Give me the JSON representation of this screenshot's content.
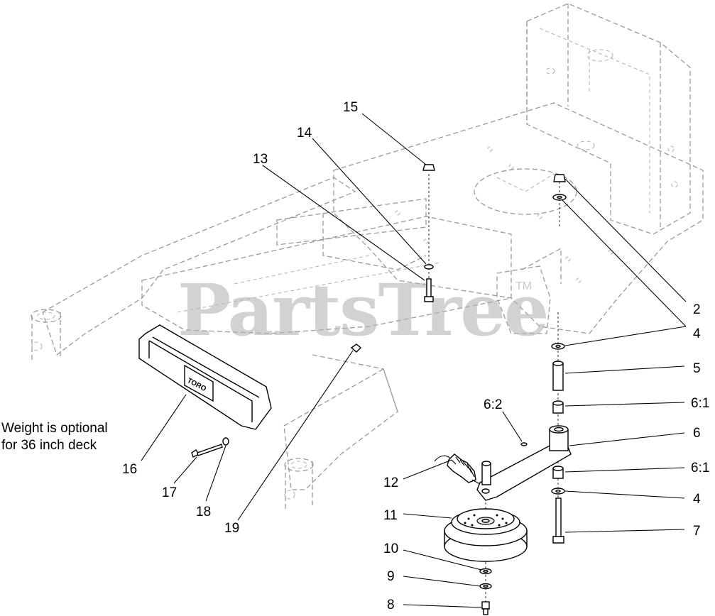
{
  "watermark": {
    "text": "PartsTree",
    "trademark": "TM"
  },
  "note": {
    "line1": "Weight is optional",
    "line2": "for 36 inch deck"
  },
  "callouts": [
    {
      "id": "c15",
      "label": "15"
    },
    {
      "id": "c14",
      "label": "14"
    },
    {
      "id": "c13",
      "label": "13"
    },
    {
      "id": "c2",
      "label": "2"
    },
    {
      "id": "c4a",
      "label": "4"
    },
    {
      "id": "c5",
      "label": "5"
    },
    {
      "id": "c61a",
      "label": "6:1"
    },
    {
      "id": "c62",
      "label": "6:2"
    },
    {
      "id": "c6",
      "label": "6"
    },
    {
      "id": "c61b",
      "label": "6:1"
    },
    {
      "id": "c4b",
      "label": "4"
    },
    {
      "id": "c7",
      "label": "7"
    },
    {
      "id": "c12",
      "label": "12"
    },
    {
      "id": "c11",
      "label": "11"
    },
    {
      "id": "c10",
      "label": "10"
    },
    {
      "id": "c9",
      "label": "9"
    },
    {
      "id": "c8",
      "label": "8"
    },
    {
      "id": "c16",
      "label": "16"
    },
    {
      "id": "c17",
      "label": "17"
    },
    {
      "id": "c18",
      "label": "18"
    },
    {
      "id": "c19",
      "label": "19"
    }
  ],
  "weight_brand": "TORO"
}
